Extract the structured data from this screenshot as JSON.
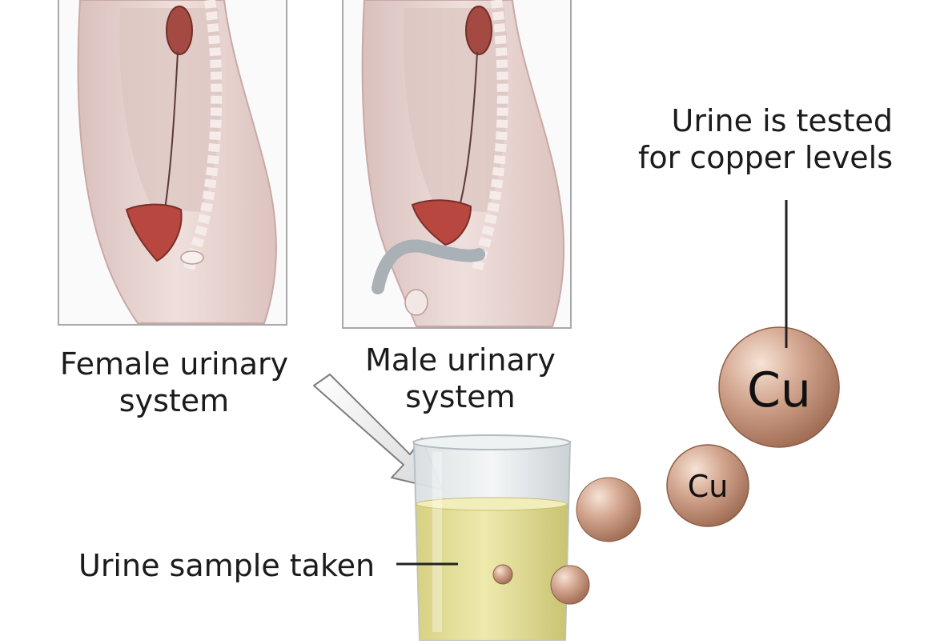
{
  "labels": {
    "female_line1": "Female urinary",
    "female_line2": "system",
    "male_line1": "Male urinary",
    "male_line2": "system",
    "tested_line1": "Urine is tested",
    "tested_line2": "for copper levels",
    "sample": "Urine sample taken"
  },
  "copper_beads": {
    "large": "Cu",
    "medium": "Cu"
  },
  "colors": {
    "skin": "#e9d5d2",
    "organ_red": "#b4473f",
    "urine": "#e2dc94",
    "copper": "#c7957c"
  }
}
